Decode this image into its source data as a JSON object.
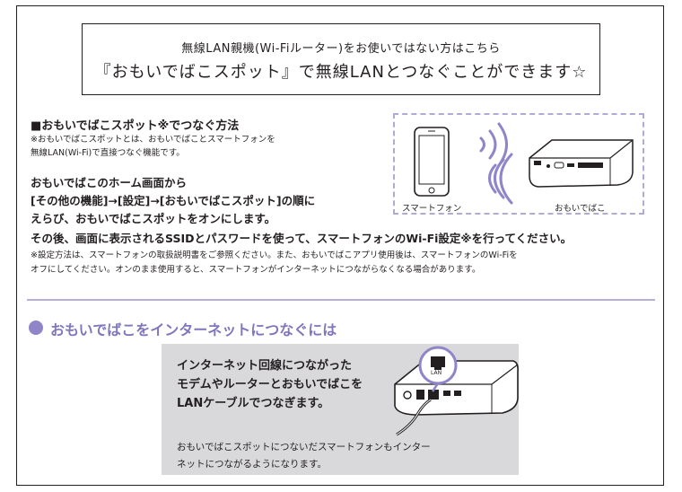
{
  "banner": {
    "line1": "無線LAN親機(Wi-Fiルーター)をお使いではない方はこちら",
    "line2": "『おもいでばこスポット』で無線LANとつなぐことができます☆"
  },
  "spot": {
    "heading": "■おもいでばこスポット※でつなぐ方法",
    "desc_line1": "※おもいでばこスポットとは、おもいでばことスマートフォンを",
    "desc_line2": "無線LAN(Wi-Fi)で直接つなぐ機能です。",
    "step_line1": "おもいでばこのホーム画面から",
    "step_line2": "[その他の機能]→[設定]→[おもいでばこスポット]の順に",
    "step_line3": "えらび、おもいでばこスポットをオンにします。",
    "step_line4": "その後、画面に表示されるSSIDとパスワードを使って、スマートフォンのWi-Fi設定※を行ってください。",
    "note_line1": "※設定方法は、スマートフォンの取扱説明書をご参照ください。また、おもいでばこアプリ使用後は、スマートフォンのWi-Fiを",
    "note_line2": "オフにしてください。オンのまま使用すると、スマートフォンがインターネットにつながらなくなる場合があります。"
  },
  "diagram": {
    "phone_label": "スマートフォン",
    "device_label": "おもいでばこ"
  },
  "internet": {
    "section_title": "おもいでばこをインターネットにつなぐには",
    "main_line1": "インターネット回線につながった",
    "main_line2": "モデムやルーターとおもいでばこを",
    "main_line3": "LANケーブルでつなぎます。",
    "note_line1": "おもいでばこスポットにつないだスマートフォンもインター",
    "note_line2": "ネットにつながるようになります。",
    "port_label": "LAN"
  },
  "colors": {
    "accent_purple": "#8f85c8",
    "dashed_border": "#b3a9d6",
    "gray_box": "#d9d9db"
  }
}
